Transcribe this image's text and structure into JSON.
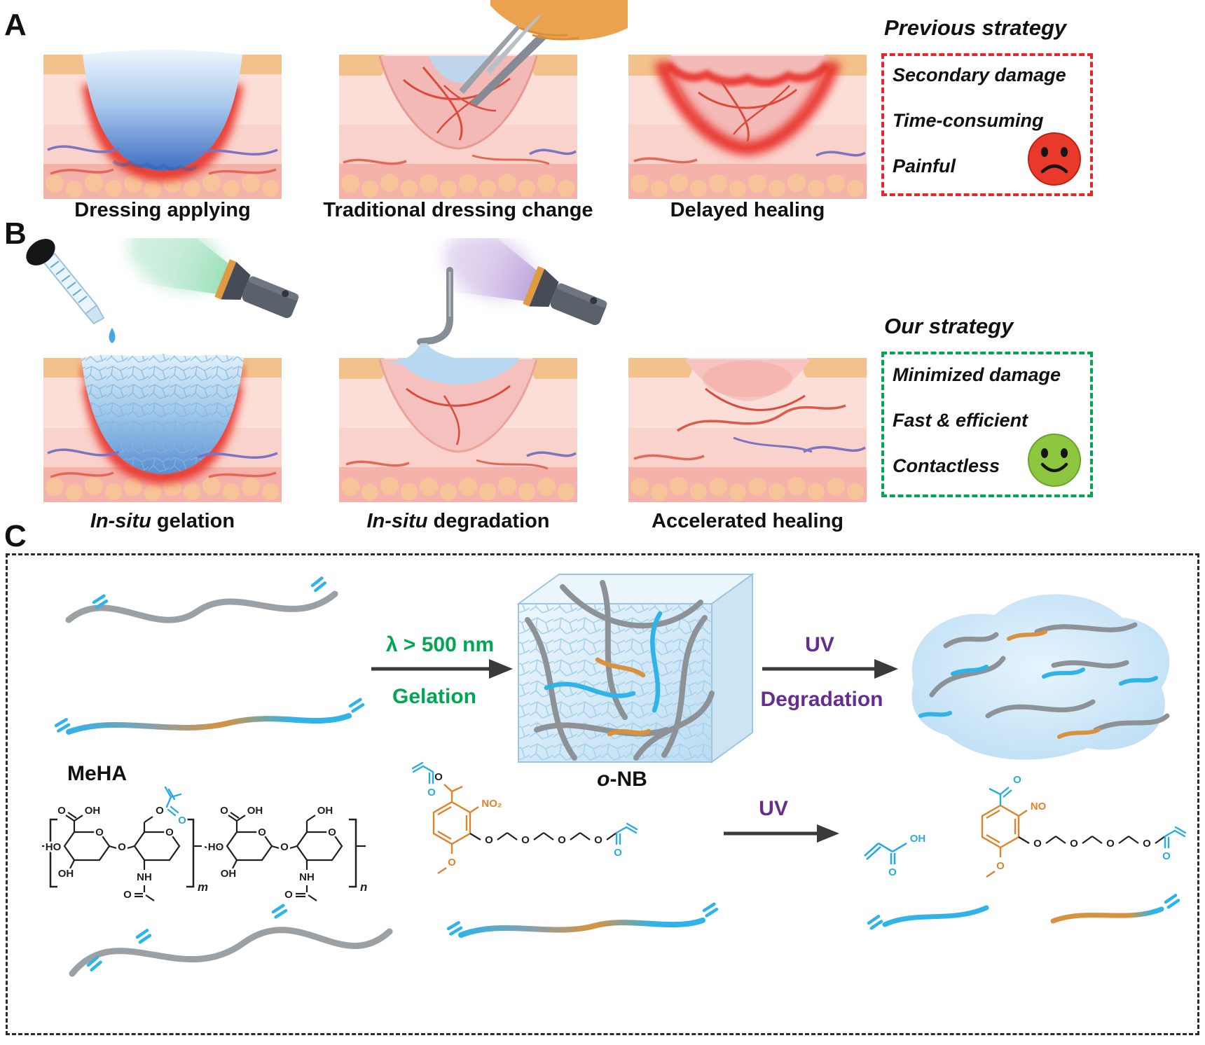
{
  "panel_a": {
    "label": "A",
    "captions": [
      "Dressing applying",
      "Traditional dressing change",
      "Delayed healing"
    ],
    "strategy": {
      "title": "Previous strategy",
      "items": [
        "Secondary damage",
        "Time-consuming",
        "Painful"
      ],
      "mood": "sad-face",
      "accent": "#e8262a"
    }
  },
  "panel_b": {
    "label": "B",
    "captions": [
      {
        "em": "In-situ",
        "rest": " gelation"
      },
      {
        "em": "In-situ",
        "rest": " degradation"
      },
      {
        "em": "",
        "rest": "Accelerated healing"
      }
    ],
    "strategy": {
      "title": "Our strategy",
      "items": [
        "Minimized damage",
        "Fast & efficient",
        "Contactless"
      ],
      "mood": "happy-face",
      "accent": "#00a651"
    }
  },
  "panel_c": {
    "label": "C",
    "gelation": {
      "condition": "λ > 500 nm",
      "name": "Gelation",
      "color": "#00a651"
    },
    "degradation": {
      "condition": "UV",
      "name": "Degradation",
      "color": "#652d90"
    },
    "reaction": {
      "condition": "UV"
    },
    "molecules": {
      "meha": "MeHA",
      "onb_em": "o",
      "onb_rest": "-NB"
    },
    "atoms": {
      "o": "O",
      "oh": "OH",
      "ho": "HO",
      "nh": "NH",
      "no2": "NO₂",
      "no": "NO",
      "m": "m",
      "n": "n"
    }
  },
  "colors": {
    "red_accent": "#e8262a",
    "green_accent": "#00a651",
    "purple_accent": "#652d90",
    "cyan": "#29abe2",
    "orange": "#d8923f",
    "skin_pink": "#f9d2cb",
    "dressing_blue": "#3e6fc2"
  }
}
